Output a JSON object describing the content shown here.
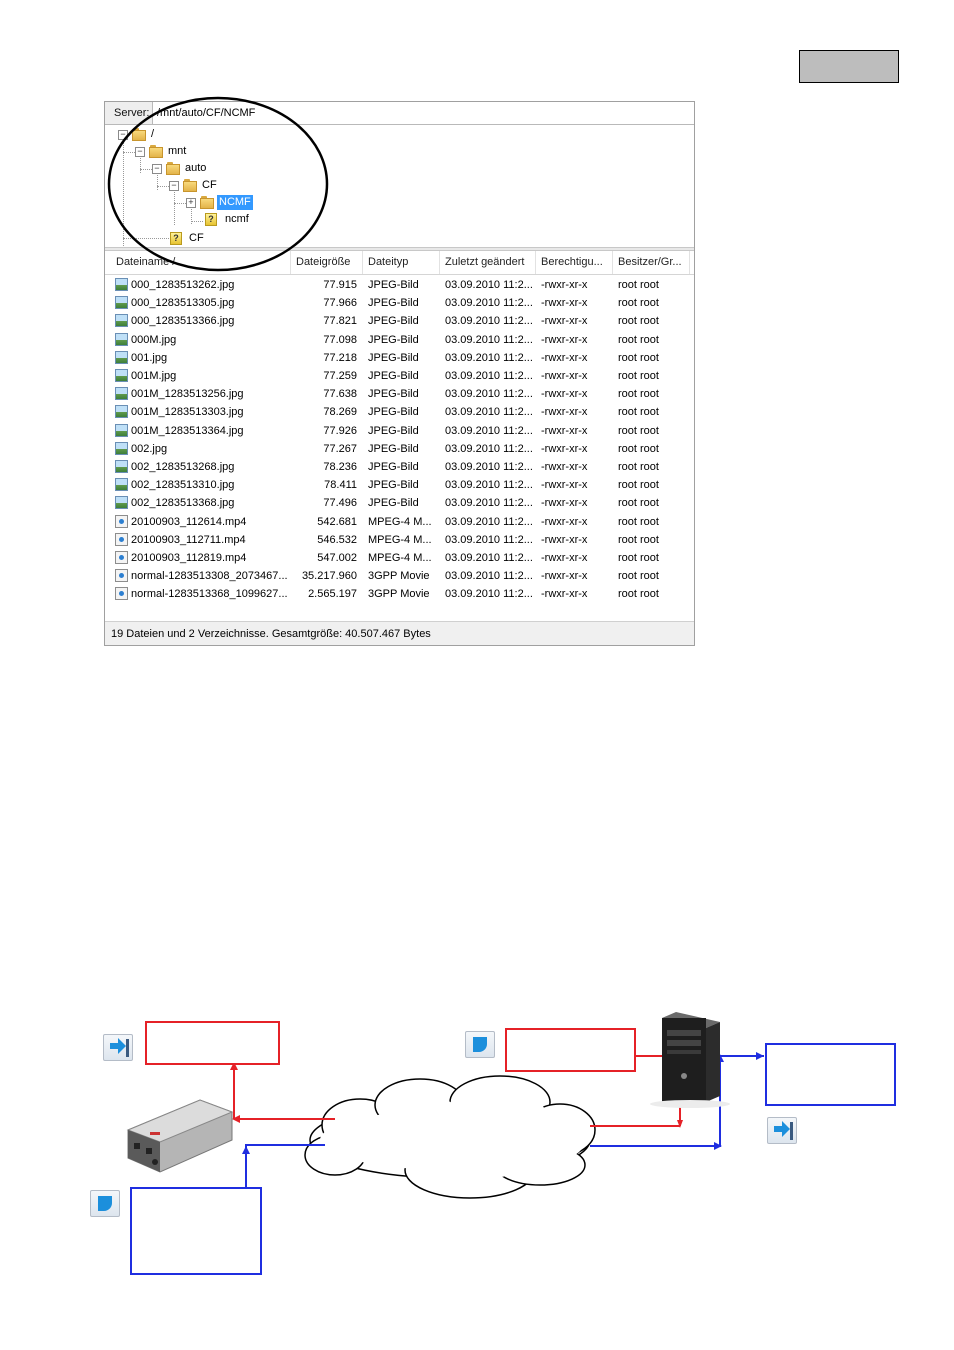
{
  "ftp": {
    "server_label": "Server:",
    "server_path": "/mnt/auto/CF/NCMF",
    "tree": [
      {
        "label": "/",
        "icon": "folder-icon",
        "expander": "−",
        "selected": false
      },
      {
        "label": "mnt",
        "icon": "folder-icon",
        "expander": "−",
        "selected": false
      },
      {
        "label": "auto",
        "icon": "folder-icon",
        "expander": "−",
        "selected": false
      },
      {
        "label": "CF",
        "icon": "folder-icon",
        "expander": "−",
        "selected": false
      },
      {
        "label": "NCMF",
        "icon": "folder-icon",
        "expander": "+",
        "selected": true
      },
      {
        "label": "ncmf",
        "icon": "unknown-icon",
        "expander": "",
        "selected": false
      },
      {
        "label": "CF",
        "icon": "unknown-icon",
        "expander": "",
        "selected": false
      }
    ],
    "columns": [
      "Dateiname  /",
      "Dateigröße",
      "Dateityp",
      "Zuletzt geändert",
      "Berechtigu...",
      "Besitzer/Gr..."
    ],
    "files": [
      {
        "name": "000_1283513262.jpg",
        "size": "77.915",
        "type": "JPEG-Bild",
        "modified": "03.09.2010 11:2...",
        "perms": "-rwxr-xr-x",
        "owner": "root root",
        "icon": "image-file-icon"
      },
      {
        "name": "000_1283513305.jpg",
        "size": "77.966",
        "type": "JPEG-Bild",
        "modified": "03.09.2010 11:2...",
        "perms": "-rwxr-xr-x",
        "owner": "root root",
        "icon": "image-file-icon"
      },
      {
        "name": "000_1283513366.jpg",
        "size": "77.821",
        "type": "JPEG-Bild",
        "modified": "03.09.2010 11:2...",
        "perms": "-rwxr-xr-x",
        "owner": "root root",
        "icon": "image-file-icon"
      },
      {
        "name": "000M.jpg",
        "size": "77.098",
        "type": "JPEG-Bild",
        "modified": "03.09.2010 11:2...",
        "perms": "-rwxr-xr-x",
        "owner": "root root",
        "icon": "image-file-icon"
      },
      {
        "name": "001.jpg",
        "size": "77.218",
        "type": "JPEG-Bild",
        "modified": "03.09.2010 11:2...",
        "perms": "-rwxr-xr-x",
        "owner": "root root",
        "icon": "image-file-icon"
      },
      {
        "name": "001M.jpg",
        "size": "77.259",
        "type": "JPEG-Bild",
        "modified": "03.09.2010 11:2...",
        "perms": "-rwxr-xr-x",
        "owner": "root root",
        "icon": "image-file-icon"
      },
      {
        "name": "001M_1283513256.jpg",
        "size": "77.638",
        "type": "JPEG-Bild",
        "modified": "03.09.2010 11:2...",
        "perms": "-rwxr-xr-x",
        "owner": "root root",
        "icon": "image-file-icon"
      },
      {
        "name": "001M_1283513303.jpg",
        "size": "78.269",
        "type": "JPEG-Bild",
        "modified": "03.09.2010 11:2...",
        "perms": "-rwxr-xr-x",
        "owner": "root root",
        "icon": "image-file-icon"
      },
      {
        "name": "001M_1283513364.jpg",
        "size": "77.926",
        "type": "JPEG-Bild",
        "modified": "03.09.2010 11:2...",
        "perms": "-rwxr-xr-x",
        "owner": "root root",
        "icon": "image-file-icon"
      },
      {
        "name": "002.jpg",
        "size": "77.267",
        "type": "JPEG-Bild",
        "modified": "03.09.2010 11:2...",
        "perms": "-rwxr-xr-x",
        "owner": "root root",
        "icon": "image-file-icon"
      },
      {
        "name": "002_1283513268.jpg",
        "size": "78.236",
        "type": "JPEG-Bild",
        "modified": "03.09.2010 11:2...",
        "perms": "-rwxr-xr-x",
        "owner": "root root",
        "icon": "image-file-icon"
      },
      {
        "name": "002_1283513310.jpg",
        "size": "78.411",
        "type": "JPEG-Bild",
        "modified": "03.09.2010 11:2...",
        "perms": "-rwxr-xr-x",
        "owner": "root root",
        "icon": "image-file-icon"
      },
      {
        "name": "002_1283513368.jpg",
        "size": "77.496",
        "type": "JPEG-Bild",
        "modified": "03.09.2010 11:2...",
        "perms": "-rwxr-xr-x",
        "owner": "root root",
        "icon": "image-file-icon"
      },
      {
        "name": "20100903_112614.mp4",
        "size": "542.681",
        "type": "MPEG-4 M...",
        "modified": "03.09.2010 11:2...",
        "perms": "-rwxr-xr-x",
        "owner": "root root",
        "icon": "video-file-icon"
      },
      {
        "name": "20100903_112711.mp4",
        "size": "546.532",
        "type": "MPEG-4 M...",
        "modified": "03.09.2010 11:2...",
        "perms": "-rwxr-xr-x",
        "owner": "root root",
        "icon": "video-file-icon"
      },
      {
        "name": "20100903_112819.mp4",
        "size": "547.002",
        "type": "MPEG-4 M...",
        "modified": "03.09.2010 11:2...",
        "perms": "-rwxr-xr-x",
        "owner": "root root",
        "icon": "video-file-icon"
      },
      {
        "name": "normal-1283513308_2073467...",
        "size": "35.217.960",
        "type": "3GPP Movie",
        "modified": "03.09.2010 11:2...",
        "perms": "-rwxr-xr-x",
        "owner": "root root",
        "icon": "video-file-icon"
      },
      {
        "name": "normal-1283513368_1099627...",
        "size": "2.565.197",
        "type": "3GPP Movie",
        "modified": "03.09.2010 11:2...",
        "perms": "-rwxr-xr-x",
        "owner": "root root",
        "icon": "video-file-icon"
      }
    ],
    "status": "19 Dateien und 2 Verzeichnisse. Gesamtgröße: 40.507.467 Bytes"
  },
  "colors": {
    "red_path": "#e52127",
    "blue_path": "#1f2ee0",
    "selection": "#3399ff",
    "tab_gray": "#bdbdbd"
  },
  "diagram": {
    "icons": [
      "download-icon",
      "upload-icon",
      "download-icon",
      "upload-icon"
    ]
  }
}
